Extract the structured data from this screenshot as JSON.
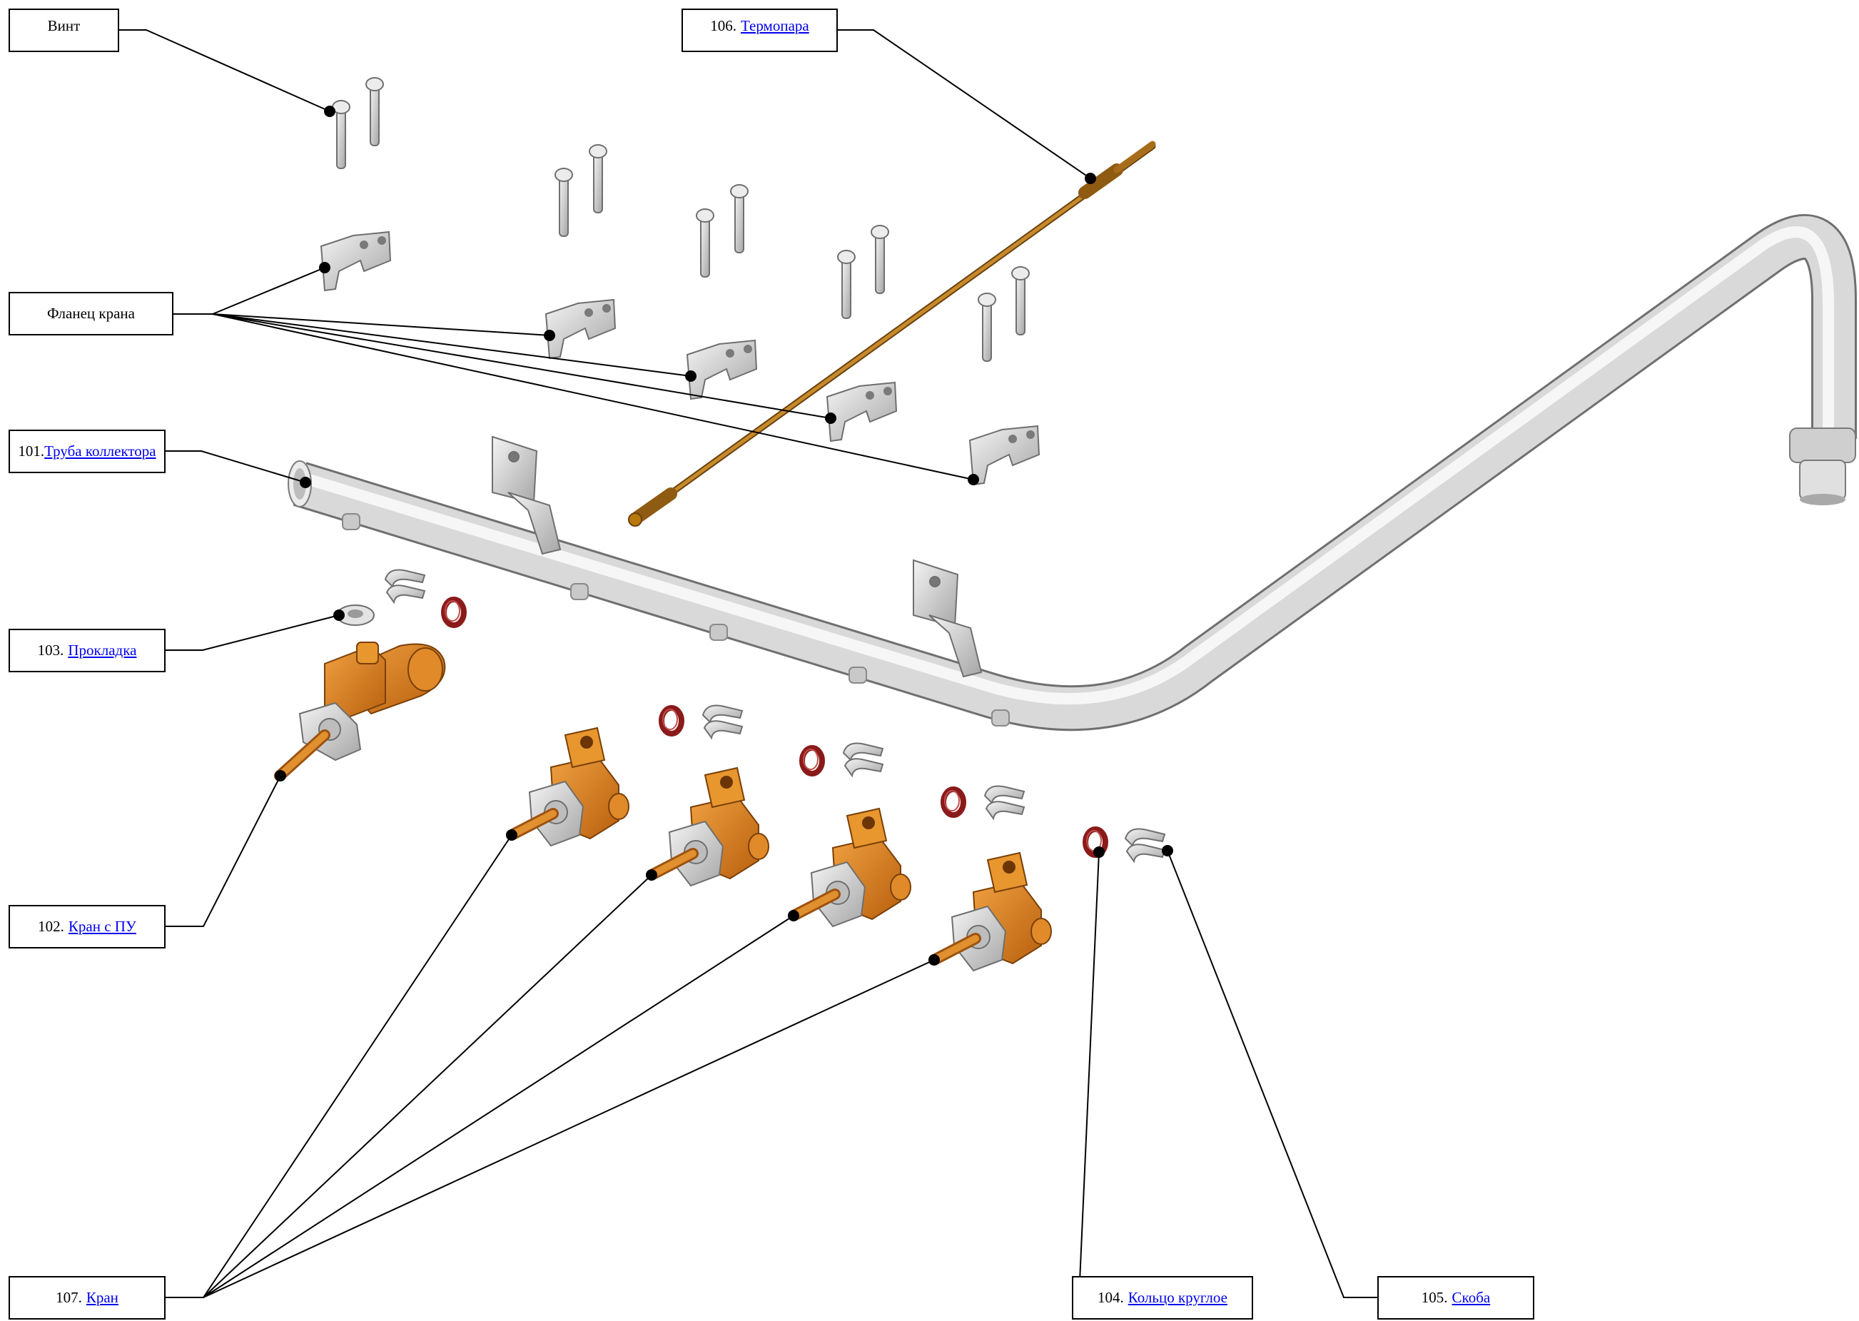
{
  "colors": {
    "brass": "#d9801e",
    "brass_dark": "#9c5210",
    "steel": "#d3d3d3",
    "steel_dark": "#8c8c8c",
    "oring": "#8b1a1a",
    "thermocouple": "#a8701e",
    "link": "#0000ee"
  },
  "labels": {
    "screw": {
      "text": "Винт"
    },
    "flange": {
      "text": "Фланец крана"
    },
    "thermocouple": {
      "number": "106.",
      "link": "Термопара"
    },
    "collector": {
      "number": "101.",
      "link": "Труба коллектора"
    },
    "gasket": {
      "number": "103.",
      "link": "Прокладка"
    },
    "valve_pu": {
      "number": "102.",
      "link": "Кран с ПУ"
    },
    "valve": {
      "number": "107.",
      "link": "Кран"
    },
    "oring": {
      "number": "104.",
      "link": "Кольцо круглое"
    },
    "clip": {
      "number": "105.",
      "link": "Скоба"
    }
  }
}
